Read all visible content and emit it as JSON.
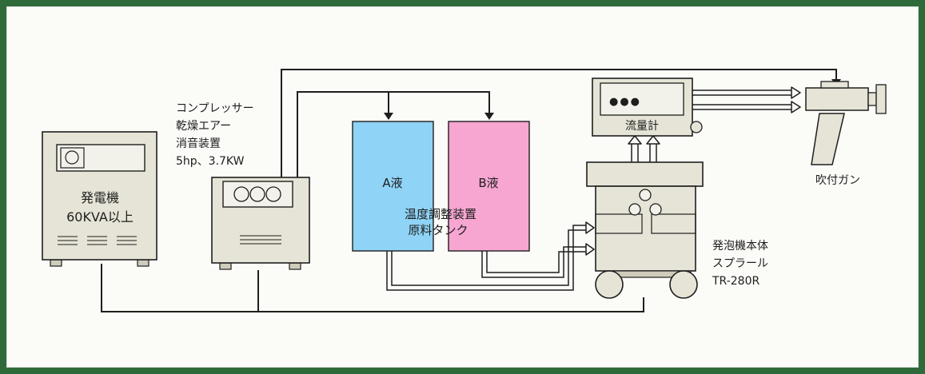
{
  "colors": {
    "frame": "#2f6b3a",
    "panel": "#fbfbf8",
    "machine": "#e6e4d6",
    "line": "#1e1e1e",
    "tank_a": "#8fd3f6",
    "tank_b": "#f7a6d2"
  },
  "labels": {
    "generator_line1": "発電機",
    "generator_line2": "60KVA以上",
    "compressor_line1": "コンプレッサー",
    "compressor_line2": "乾燥エアー",
    "compressor_line3": "消音装置",
    "compressor_line4": "5hp、3.7KW",
    "tank_a": "A液",
    "tank_b": "B液",
    "tank_caption_line1": "温度調整装置",
    "tank_caption_line2": "原料タンク",
    "flowmeter": "流量計",
    "flowmeter_display": "●●●",
    "gun": "吹付ガン",
    "foamer_line1": "発泡機本体",
    "foamer_line2": "スプラール",
    "foamer_line3": "TR-280R"
  }
}
